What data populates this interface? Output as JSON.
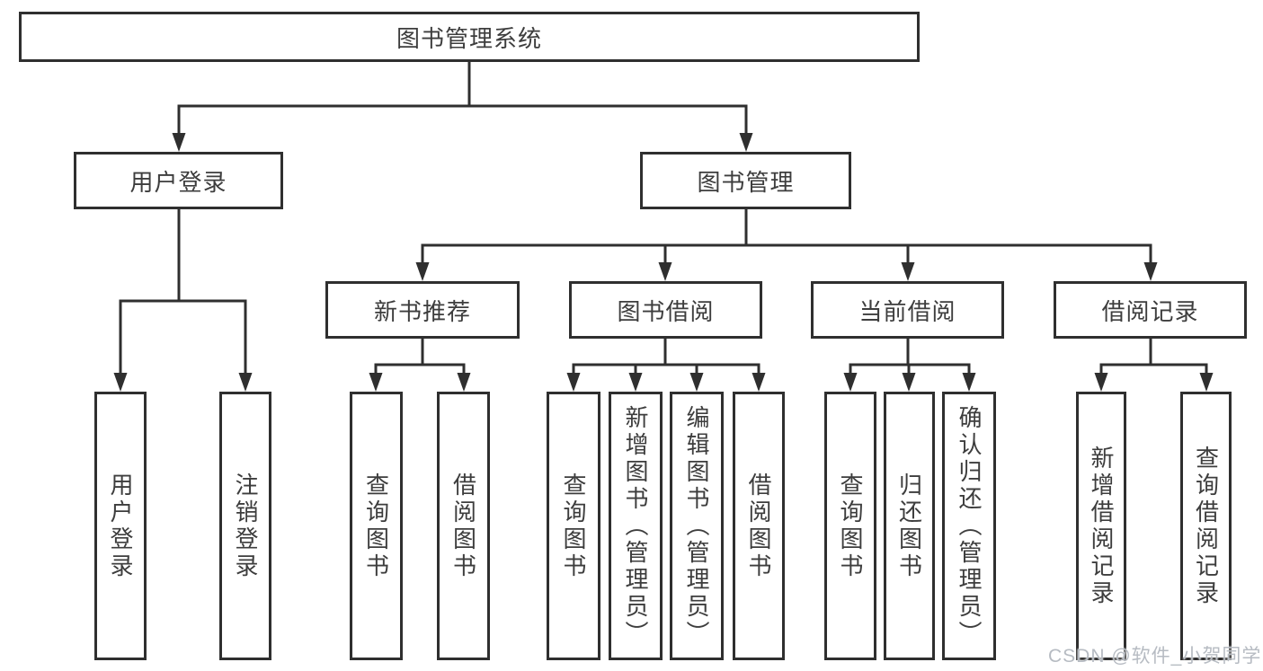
{
  "tree": {
    "label": "图书管理系统",
    "children": [
      {
        "label": "用户登录",
        "children": [
          {
            "label": "用户登录"
          },
          {
            "label": "注销登录"
          }
        ]
      },
      {
        "label": "图书管理",
        "children": [
          {
            "label": "新书推荐",
            "children": [
              {
                "label": "查询图书"
              },
              {
                "label": "借阅图书"
              }
            ]
          },
          {
            "label": "图书借阅",
            "children": [
              {
                "label": "查询图书"
              },
              {
                "label": "新增图书（管理员）"
              },
              {
                "label": "编辑图书（管理员）"
              },
              {
                "label": "借阅图书"
              }
            ]
          },
          {
            "label": "当前借阅",
            "children": [
              {
                "label": "查询图书"
              },
              {
                "label": "归还图书"
              },
              {
                "label": "确认归还（管理员）"
              }
            ]
          },
          {
            "label": "借阅记录",
            "children": [
              {
                "label": "新增借阅记录"
              },
              {
                "label": "查询借阅记录"
              }
            ]
          }
        ]
      }
    ]
  },
  "watermark": {
    "text": "CSDN @软件_小贺同学",
    "color": "#b6bbc2"
  },
  "colors": {
    "background": "#ffffff",
    "box_border": "#2f2f2f",
    "connector_line": "#2f2f2f",
    "text": "#3d3d3d"
  }
}
